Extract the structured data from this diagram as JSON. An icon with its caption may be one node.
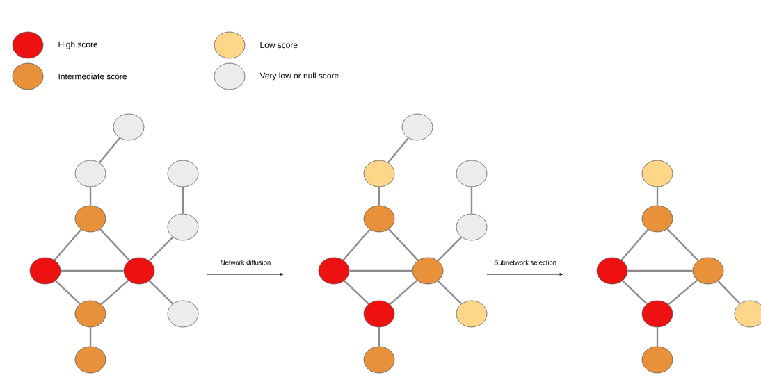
{
  "diagram": {
    "nodes": [
      {
        "text": [],
        "shape": "circle"
      },
      {
        "text": [],
        "shape": "circle"
      },
      {
        "text": [],
        "shape": "circle"
      },
      {
        "text": [],
        "shape": "circle"
      },
      {
        "text": [],
        "shape": "circle"
      },
      {
        "text": [],
        "shape": "circle"
      },
      {
        "text": [],
        "shape": "circle"
      },
      {
        "text": [],
        "shape": "circle"
      },
      {
        "text": [],
        "shape": "circle"
      },
      {
        "text": [],
        "shape": "circle"
      },
      {
        "text": [],
        "shape": "circle"
      },
      {
        "text": [],
        "shape": "circle"
      },
      {
        "text": [],
        "shape": "circle"
      },
      {
        "text": [],
        "shape": "circle"
      },
      {
        "text": [],
        "shape": "circle"
      },
      {
        "text": [],
        "shape": "circle"
      },
      {
        "text": [],
        "shape": "circle"
      },
      {
        "text": [],
        "shape": "circle"
      },
      {
        "text": [],
        "shape": "circle"
      },
      {
        "text": [],
        "shape": "circle"
      },
      {
        "text": [],
        "shape": "circle"
      },
      {
        "text": [],
        "shape": "circle"
      },
      {
        "text": [],
        "shape": "circle"
      },
      {
        "text": [],
        "shape": "circle"
      },
      {
        "text": [],
        "shape": "circle"
      },
      {
        "text": [],
        "shape": "circle"
      },
      {
        "text": [],
        "shape": "circle"
      }
    ],
    "edges": [
      {
        "from": 0,
        "to": 1,
        "arrow": "none"
      },
      {
        "from": 1,
        "to": 3,
        "arrow": "none"
      },
      {
        "from": 2,
        "to": 4,
        "arrow": "none"
      },
      {
        "from": 3,
        "to": 5,
        "arrow": "none"
      },
      {
        "from": 3,
        "to": 6,
        "arrow": "none"
      },
      {
        "from": 4,
        "to": 6,
        "arrow": "none"
      },
      {
        "from": 5,
        "to": 6,
        "arrow": "none"
      },
      {
        "from": 5,
        "to": 7,
        "arrow": "none"
      },
      {
        "from": 6,
        "to": 7,
        "arrow": "none"
      },
      {
        "from": 6,
        "to": 8,
        "arrow": "none"
      },
      {
        "from": 7,
        "to": 9,
        "arrow": "none"
      },
      {
        "from": 10,
        "to": 11,
        "arrow": "none"
      },
      {
        "from": 11,
        "to": 13,
        "arrow": "none"
      },
      {
        "from": 12,
        "to": 14,
        "arrow": "none"
      },
      {
        "from": 13,
        "to": 15,
        "arrow": "none"
      },
      {
        "from": 13,
        "to": 16,
        "arrow": "none"
      },
      {
        "from": 14,
        "to": 16,
        "arrow": "none"
      },
      {
        "from": 15,
        "to": 16,
        "arrow": "none"
      },
      {
        "from": 15,
        "to": 17,
        "arrow": "none"
      },
      {
        "from": 16,
        "to": 17,
        "arrow": "none"
      },
      {
        "from": 16,
        "to": 18,
        "arrow": "none"
      },
      {
        "from": 17,
        "to": 19,
        "arrow": "none"
      },
      {
        "from": 20,
        "to": 21,
        "arrow": "none"
      },
      {
        "from": 21,
        "to": 22,
        "arrow": "none"
      },
      {
        "from": 21,
        "to": 23,
        "arrow": "none"
      },
      {
        "from": 22,
        "to": 23,
        "arrow": "none"
      },
      {
        "from": 22,
        "to": 24,
        "arrow": "none"
      },
      {
        "from": 23,
        "to": 24,
        "arrow": "none"
      },
      {
        "from": 23,
        "to": 25,
        "arrow": "none"
      },
      {
        "from": 24,
        "to": 26,
        "arrow": "none"
      }
    ],
    "labels": [
      "Network diffusion",
      "Subnetwork selection"
    ],
    "legend": [
      {
        "text": "High score",
        "color": "#ee1111"
      },
      {
        "text": "Low score",
        "color": "#fdd68a"
      },
      {
        "text": "Intermediate score",
        "color": "#e8913a"
      },
      {
        "text": "Very low or null score",
        "color": "#ececec"
      }
    ]
  }
}
